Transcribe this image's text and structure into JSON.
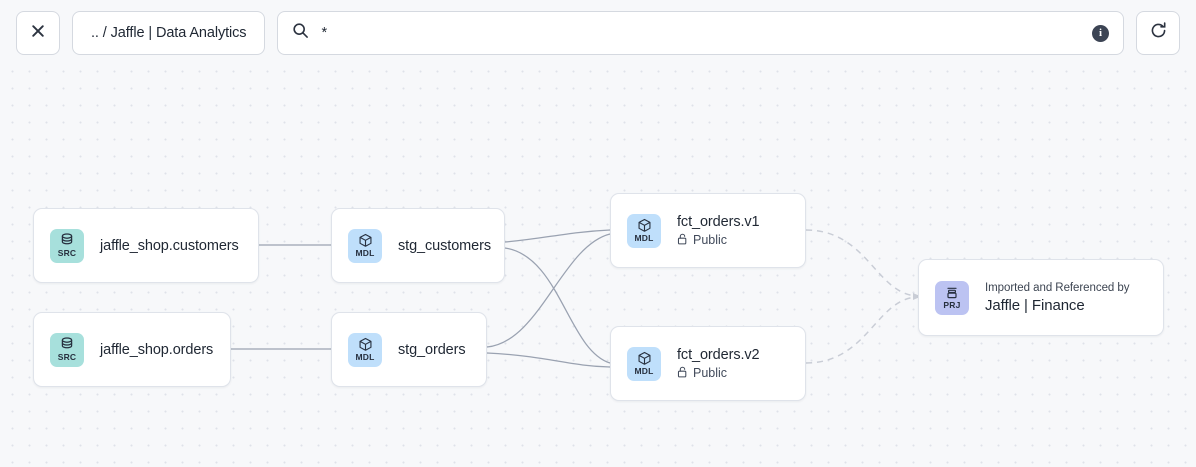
{
  "toolbar": {
    "close_label": "✕",
    "close_icon": "close-icon",
    "breadcrumb": ".. / Jaffle | Data Analytics",
    "search_value": "*",
    "search_placeholder": "Search",
    "search_icon": "search-icon",
    "info_label": "i",
    "info_icon": "info-icon",
    "refresh_icon": "refresh-icon"
  },
  "graph": {
    "nodes": [
      {
        "id": "jaffle_shop_customers",
        "badge": "SRC",
        "badge_kind": "src",
        "icon": "database-icon",
        "title": "jaffle_shop.customers",
        "sub": null,
        "kicker": null
      },
      {
        "id": "jaffle_shop_orders",
        "badge": "SRC",
        "badge_kind": "src",
        "icon": "database-icon",
        "title": "jaffle_shop.orders",
        "sub": null,
        "kicker": null
      },
      {
        "id": "stg_customers",
        "badge": "MDL",
        "badge_kind": "mdl",
        "icon": "cube-icon",
        "title": "stg_customers",
        "sub": null,
        "kicker": null
      },
      {
        "id": "stg_orders",
        "badge": "MDL",
        "badge_kind": "mdl",
        "icon": "cube-icon",
        "title": "stg_orders",
        "sub": null,
        "kicker": null
      },
      {
        "id": "fct_orders_v1",
        "badge": "MDL",
        "badge_kind": "mdl",
        "icon": "cube-icon",
        "title": "fct_orders.v1",
        "sub": "Public",
        "sub_icon": "unlock-icon",
        "kicker": null
      },
      {
        "id": "fct_orders_v2",
        "badge": "MDL",
        "badge_kind": "mdl",
        "icon": "cube-icon",
        "title": "fct_orders.v2",
        "sub": "Public",
        "sub_icon": "unlock-icon",
        "kicker": null
      },
      {
        "id": "jaffle_finance",
        "badge": "PRJ",
        "badge_kind": "prj",
        "icon": "project-icon",
        "kicker": "Imported and Referenced by",
        "title": "Jaffle | Finance",
        "sub": null
      }
    ],
    "edges": [
      {
        "from": "jaffle_shop_customers",
        "to": "stg_customers",
        "style": "solid"
      },
      {
        "from": "jaffle_shop_orders",
        "to": "stg_orders",
        "style": "solid"
      },
      {
        "from": "stg_customers",
        "to": "fct_orders_v1",
        "style": "solid"
      },
      {
        "from": "stg_customers",
        "to": "fct_orders_v2",
        "style": "solid"
      },
      {
        "from": "stg_orders",
        "to": "fct_orders_v1",
        "style": "solid"
      },
      {
        "from": "stg_orders",
        "to": "fct_orders_v2",
        "style": "solid"
      },
      {
        "from": "fct_orders_v1",
        "to": "jaffle_finance",
        "style": "dashed"
      },
      {
        "from": "fct_orders_v2",
        "to": "jaffle_finance",
        "style": "dashed"
      }
    ]
  },
  "colors": {
    "canvas_bg": "#f7f8fa",
    "grid_dot": "#dfe2e9",
    "node_bg": "#ffffff",
    "node_border": "#dfe3ea",
    "src_badge": "#a7e0dc",
    "mdl_badge": "#bfdffb",
    "prj_badge": "#bcc3f2",
    "edge_solid": "#9aa2b1",
    "edge_dashed": "#c9cdd6",
    "text_primary": "#1f2733"
  }
}
